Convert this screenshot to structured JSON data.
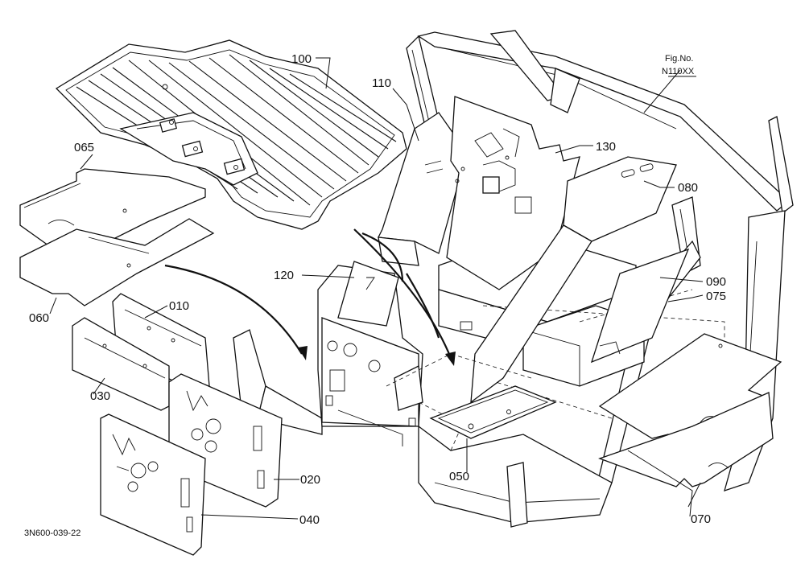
{
  "figure": {
    "fig_label": "Fig.No.",
    "fig_number": "N110XX",
    "drawing_code": "3N600-039-22"
  },
  "callouts": {
    "c100": "100",
    "c110": "110",
    "c130": "130",
    "c080": "080",
    "c065": "065",
    "c120": "120",
    "c090": "090",
    "c075": "075",
    "c010": "010",
    "c060": "060",
    "c030": "030",
    "c050": "050",
    "c020": "020",
    "c040": "040",
    "c070": "070"
  },
  "colors": {
    "line": "#111111",
    "background": "#ffffff"
  }
}
